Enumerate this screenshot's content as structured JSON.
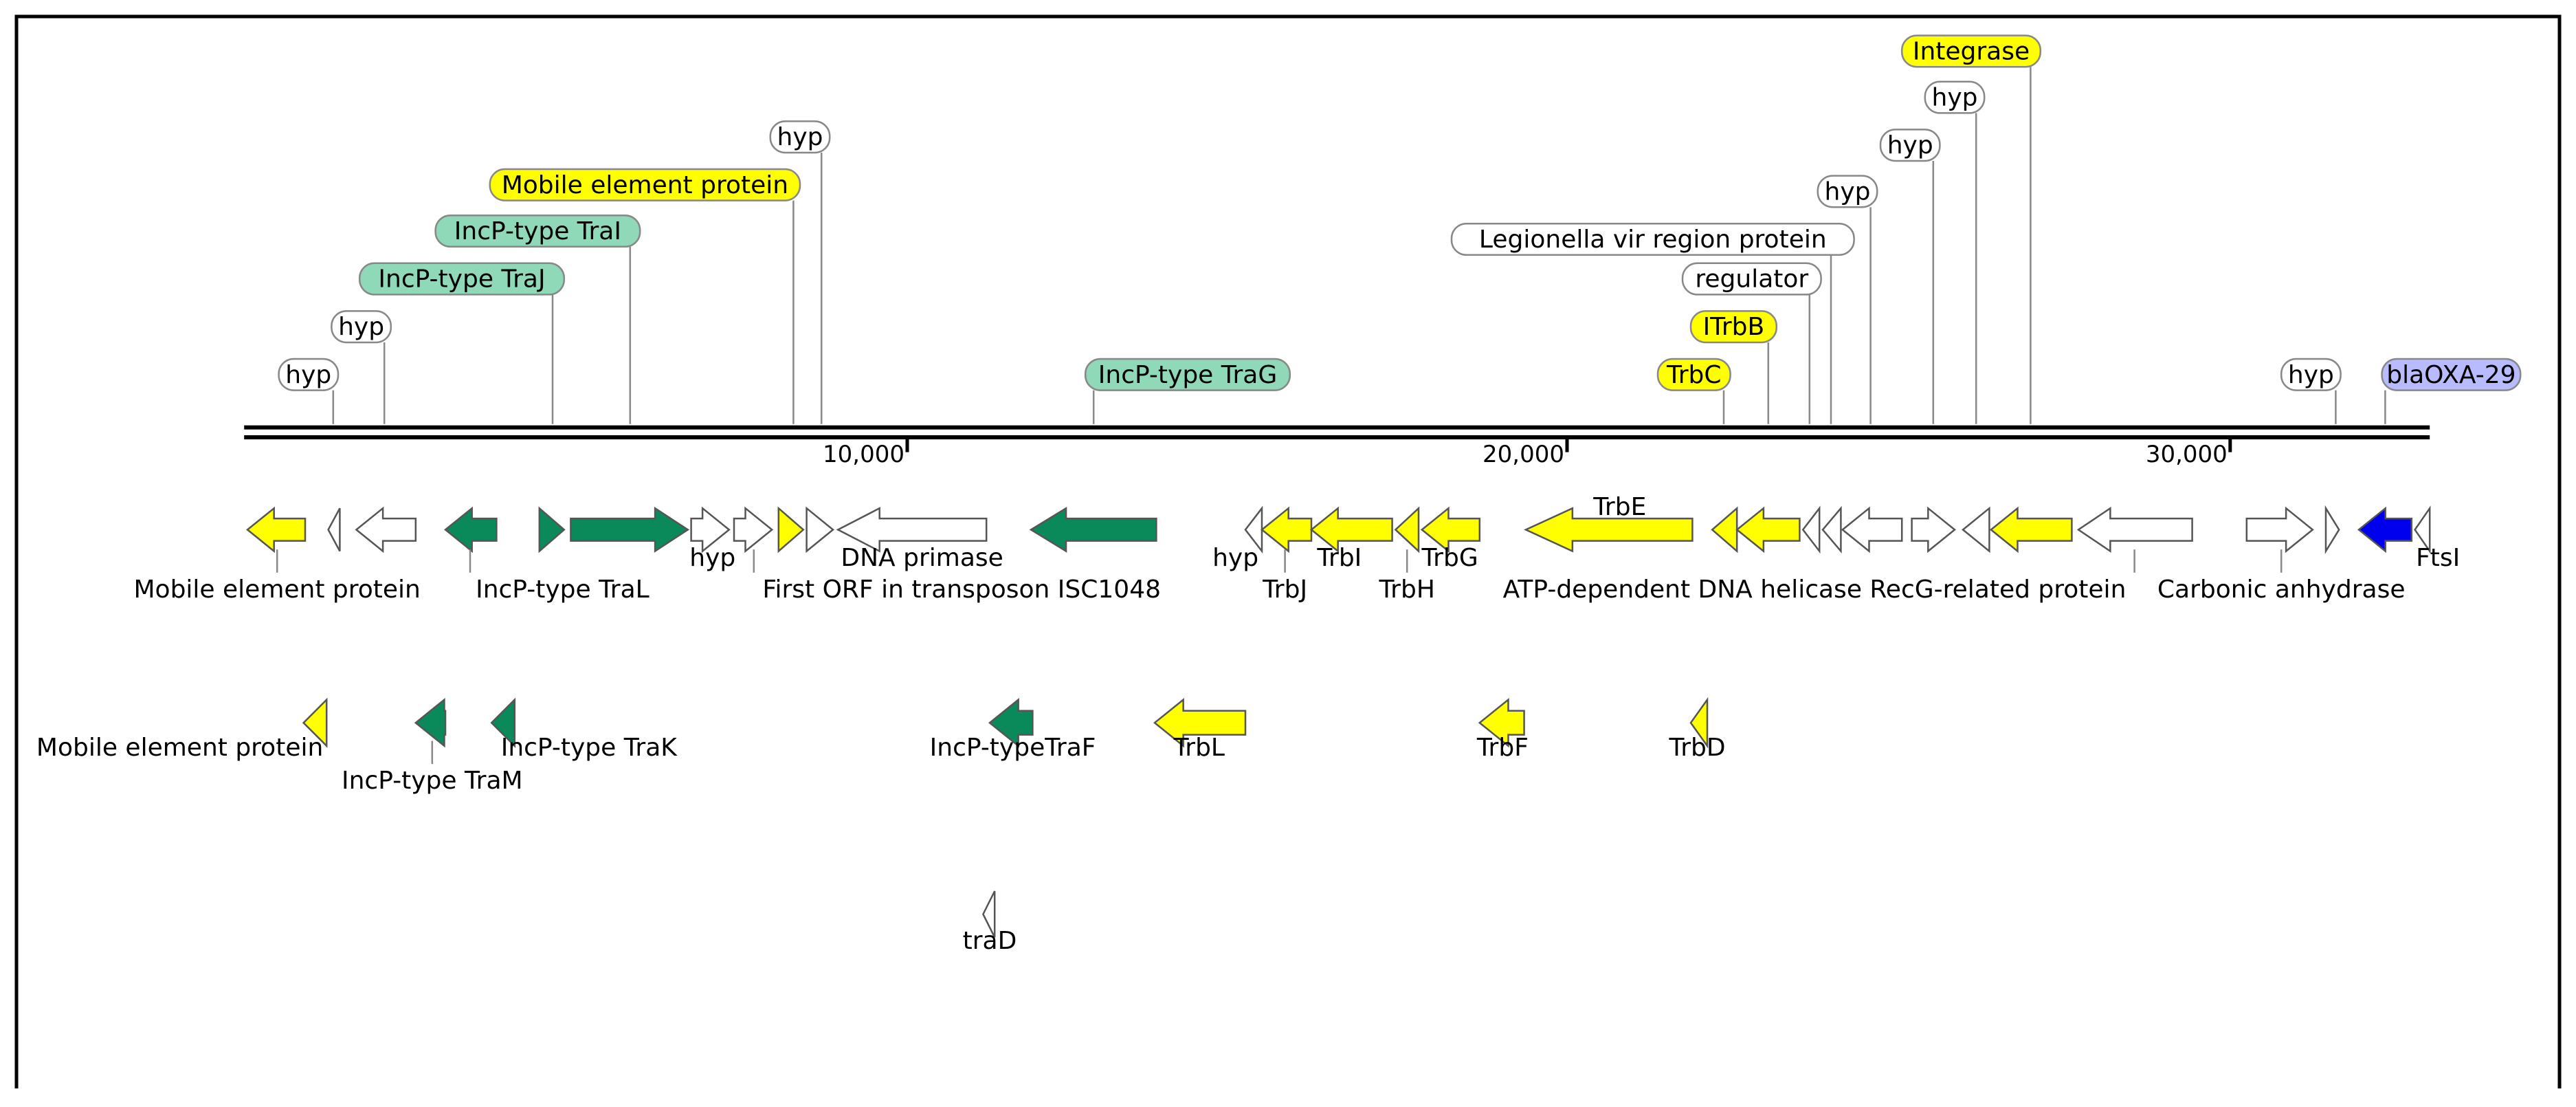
{
  "colors": {
    "frame": "#000000",
    "backbone": "#000000",
    "yellow": "#ffff00",
    "green": "#0a8a5a",
    "white": "#ffffff",
    "blue": "#0000ee",
    "badge_teal": "#8fd8b8",
    "badge_yellow": "#ffff00",
    "badge_blue": "#b8bcff",
    "badge_white": "#ffffff",
    "leader": "#888888",
    "stroke": "#555555"
  },
  "scale": {
    "ticks": [
      {
        "value": 10000,
        "label": "10,000"
      },
      {
        "value": 20000,
        "label": "20,000"
      },
      {
        "value": 30000,
        "label": "30,000"
      }
    ]
  },
  "top_labels": [
    {
      "text": "hyp",
      "style": "white"
    },
    {
      "text": "hyp",
      "style": "white"
    },
    {
      "text": "IncP-type TraJ",
      "style": "teal"
    },
    {
      "text": "IncP-type TraI",
      "style": "teal"
    },
    {
      "text": "Mobile element protein",
      "style": "yellow"
    },
    {
      "text": "hyp",
      "style": "white"
    },
    {
      "text": "IncP-type TraG",
      "style": "teal"
    },
    {
      "text": "TrbC",
      "style": "yellow"
    },
    {
      "text": "ITrbB",
      "style": "yellow"
    },
    {
      "text": "regulator",
      "style": "white"
    },
    {
      "text": "Legionella vir region protein",
      "style": "white"
    },
    {
      "text": "hyp",
      "style": "white"
    },
    {
      "text": "hyp",
      "style": "white"
    },
    {
      "text": "hyp",
      "style": "white"
    },
    {
      "text": "Integrase",
      "style": "yellow"
    },
    {
      "text": "hyp",
      "style": "white"
    },
    {
      "text": "blaOXA-29",
      "style": "blue"
    }
  ],
  "genes": [
    {
      "name": "Mobile element protein",
      "color": "yellow",
      "dir": "left"
    },
    {
      "name": "hyp",
      "color": "white",
      "dir": "left"
    },
    {
      "name": "hyp",
      "color": "white",
      "dir": "left"
    },
    {
      "name": "IncP-type TraL",
      "color": "green",
      "dir": "left"
    },
    {
      "name": "IncP-type TraJ",
      "color": "green",
      "dir": "right"
    },
    {
      "name": "IncP-type TraI",
      "color": "green",
      "dir": "right"
    },
    {
      "name": "hyp",
      "color": "white",
      "dir": "right"
    },
    {
      "name": "hyp",
      "color": "white",
      "dir": "right"
    },
    {
      "name": "Mobile element protein",
      "color": "yellow",
      "dir": "right"
    },
    {
      "name": "hyp",
      "color": "white",
      "dir": "right"
    },
    {
      "name": "DNA primase",
      "color": "white",
      "dir": "left"
    },
    {
      "name": "IncP-type TraG",
      "color": "green",
      "dir": "left"
    },
    {
      "name": "hyp",
      "color": "white",
      "dir": "left"
    },
    {
      "name": "TrbJ",
      "color": "yellow",
      "dir": "left"
    },
    {
      "name": "TrbI",
      "color": "yellow",
      "dir": "left"
    },
    {
      "name": "TrbH",
      "color": "yellow",
      "dir": "left"
    },
    {
      "name": "TrbG",
      "color": "yellow",
      "dir": "left"
    },
    {
      "name": "TrbE",
      "color": "yellow",
      "dir": "left"
    },
    {
      "name": "TrbC",
      "color": "yellow",
      "dir": "left"
    },
    {
      "name": "ITrbB",
      "color": "yellow",
      "dir": "left"
    },
    {
      "name": "regulator",
      "color": "white",
      "dir": "left"
    },
    {
      "name": "Legionella vir region protein",
      "color": "white",
      "dir": "left"
    },
    {
      "name": "ATP-dependent DNA helicase RecG-related protein",
      "color": "white",
      "dir": "left"
    },
    {
      "name": "hyp",
      "color": "white",
      "dir": "right"
    },
    {
      "name": "hyp",
      "color": "white",
      "dir": "left"
    },
    {
      "name": "Integrase",
      "color": "yellow",
      "dir": "left"
    },
    {
      "name": "Carbonic anhydrase",
      "color": "white",
      "dir": "left"
    },
    {
      "name": "Carbonic anhydrase",
      "color": "white",
      "dir": "right"
    },
    {
      "name": "hyp",
      "color": "white",
      "dir": "right"
    },
    {
      "name": "blaOXA-29",
      "color": "blue",
      "dir": "left"
    },
    {
      "name": "FtsI",
      "color": "white",
      "dir": "left"
    },
    {
      "name": "Mobile element protein",
      "color": "yellow",
      "dir": "left"
    },
    {
      "name": "IncP-type TraM",
      "color": "green",
      "dir": "left"
    },
    {
      "name": "IncP-type TraK",
      "color": "green",
      "dir": "left"
    },
    {
      "name": "IncP-typeTraF",
      "color": "green",
      "dir": "left"
    },
    {
      "name": "TrbL",
      "color": "yellow",
      "dir": "left"
    },
    {
      "name": "TrbF",
      "color": "yellow",
      "dir": "left"
    },
    {
      "name": "TrbD",
      "color": "yellow",
      "dir": "left"
    },
    {
      "name": "traD",
      "color": "white",
      "dir": "left"
    }
  ],
  "bottom_labels": [
    {
      "text": "Mobile element protein"
    },
    {
      "text": "IncP-type TraL"
    },
    {
      "text": "hyp"
    },
    {
      "text": "First ORF in transposon ISC1048"
    },
    {
      "text": "DNA primase"
    },
    {
      "text": "hyp"
    },
    {
      "text": "TrbJ"
    },
    {
      "text": "TrbI"
    },
    {
      "text": "TrbH"
    },
    {
      "text": "TrbG"
    },
    {
      "text": "TrbE"
    },
    {
      "text": "ATP-dependent DNA helicase RecG-related protein"
    },
    {
      "text": "Carbonic anhydrase"
    },
    {
      "text": "FtsI"
    },
    {
      "text": "Mobile element protein"
    },
    {
      "text": "IncP-type TraM"
    },
    {
      "text": "IncP-type TraK"
    },
    {
      "text": "IncP-typeTraF"
    },
    {
      "text": "TrbL"
    },
    {
      "text": "TrbF"
    },
    {
      "text": "TrbD"
    },
    {
      "text": "traD"
    }
  ]
}
